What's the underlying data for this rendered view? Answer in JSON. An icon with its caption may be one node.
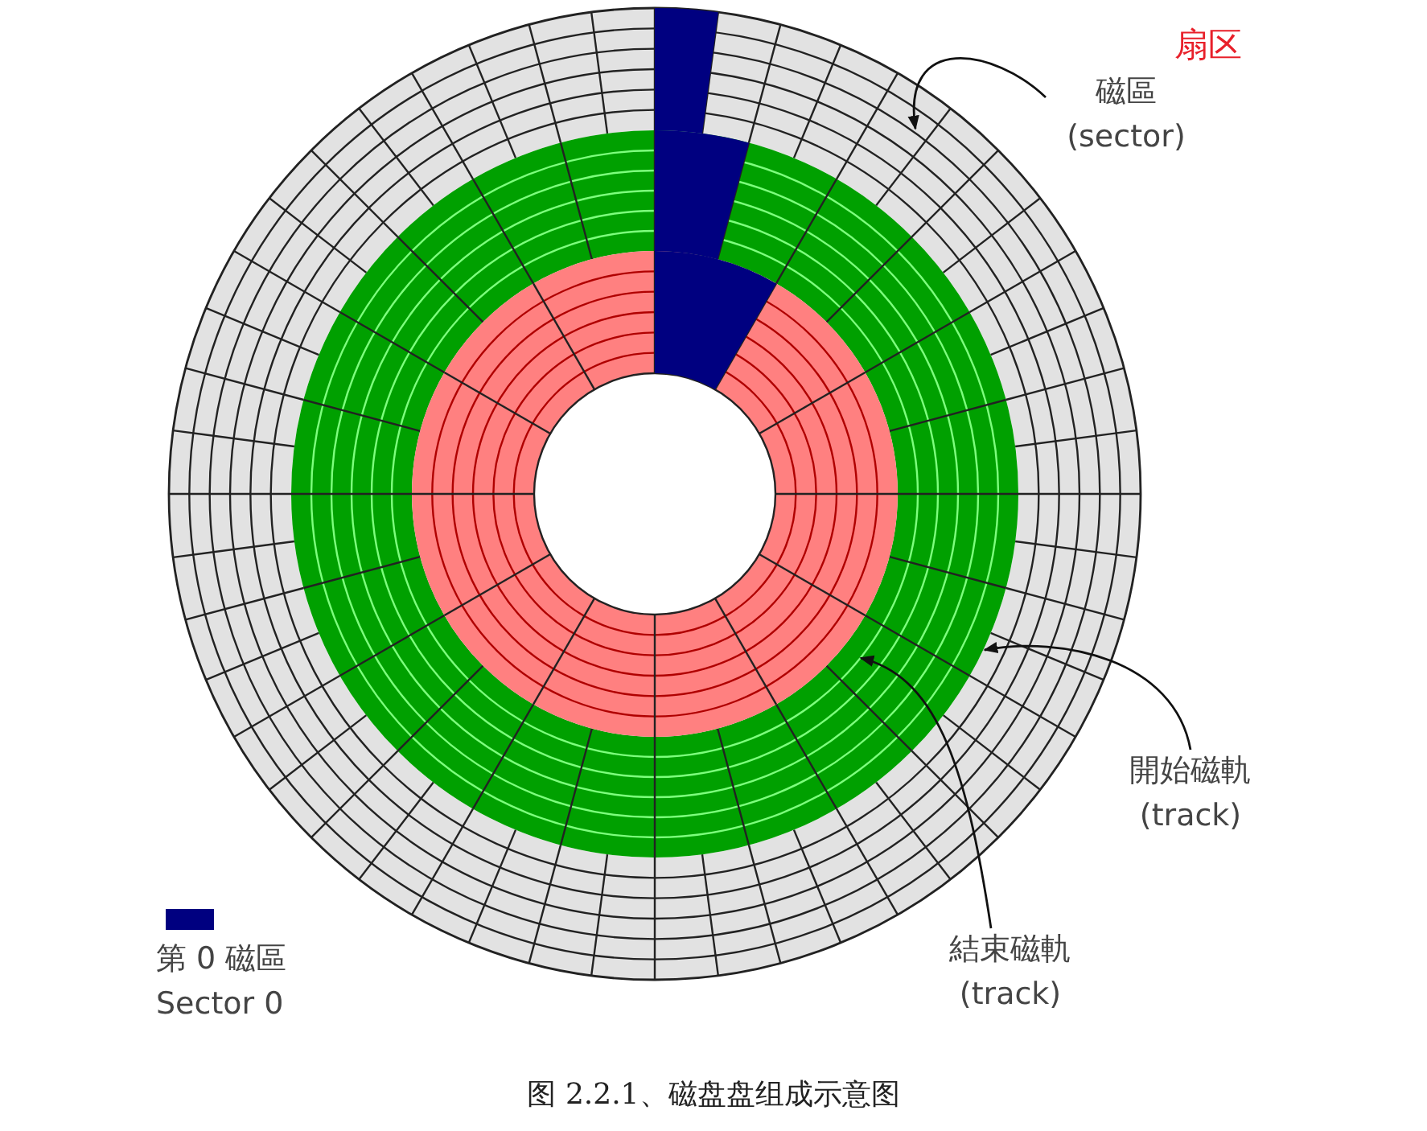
{
  "diagram": {
    "caption": "图 2.2.1、磁盘盘组成示意图",
    "nodes": [
      {
        "text": [
          "磁區 (sector)"
        ]
      },
      {
        "text": [
          "開始磁軌 (track)"
        ]
      },
      {
        "text": [
          "結束磁軌 (track)"
        ]
      }
    ],
    "edges": [
      {
        "from": 0,
        "to": null,
        "arrow": "to"
      },
      {
        "from": 1,
        "to": null,
        "arrow": "to"
      },
      {
        "from": 2,
        "to": null,
        "arrow": "to"
      }
    ],
    "labels": [
      "扇区"
    ],
    "legend": [
      {
        "text": "第 0 磁區 Sector 0",
        "color": "#000080"
      }
    ]
  }
}
